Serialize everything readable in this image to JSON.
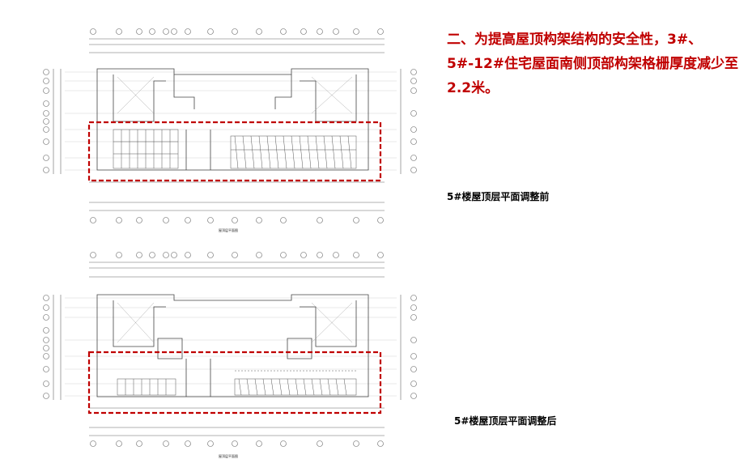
{
  "headline": "二、为提高屋顶构架结构的安全性，3#、5#-12#住宅屋面南侧顶部构架格栅厚度减少至2.2米。",
  "captions": {
    "before": "5#楼屋顶层平面调整前",
    "after": "5#楼屋顶层平面调整后"
  },
  "drawing_title": "屋顶层平面图",
  "colors": {
    "headline": "#c00000",
    "highlight_box": "#c00000",
    "linework": "#555555"
  },
  "plan_before": {
    "highlight": "dashed red box around south grille zone"
  },
  "plan_after": {
    "highlight": "dashed red box around reduced south grille zone"
  }
}
